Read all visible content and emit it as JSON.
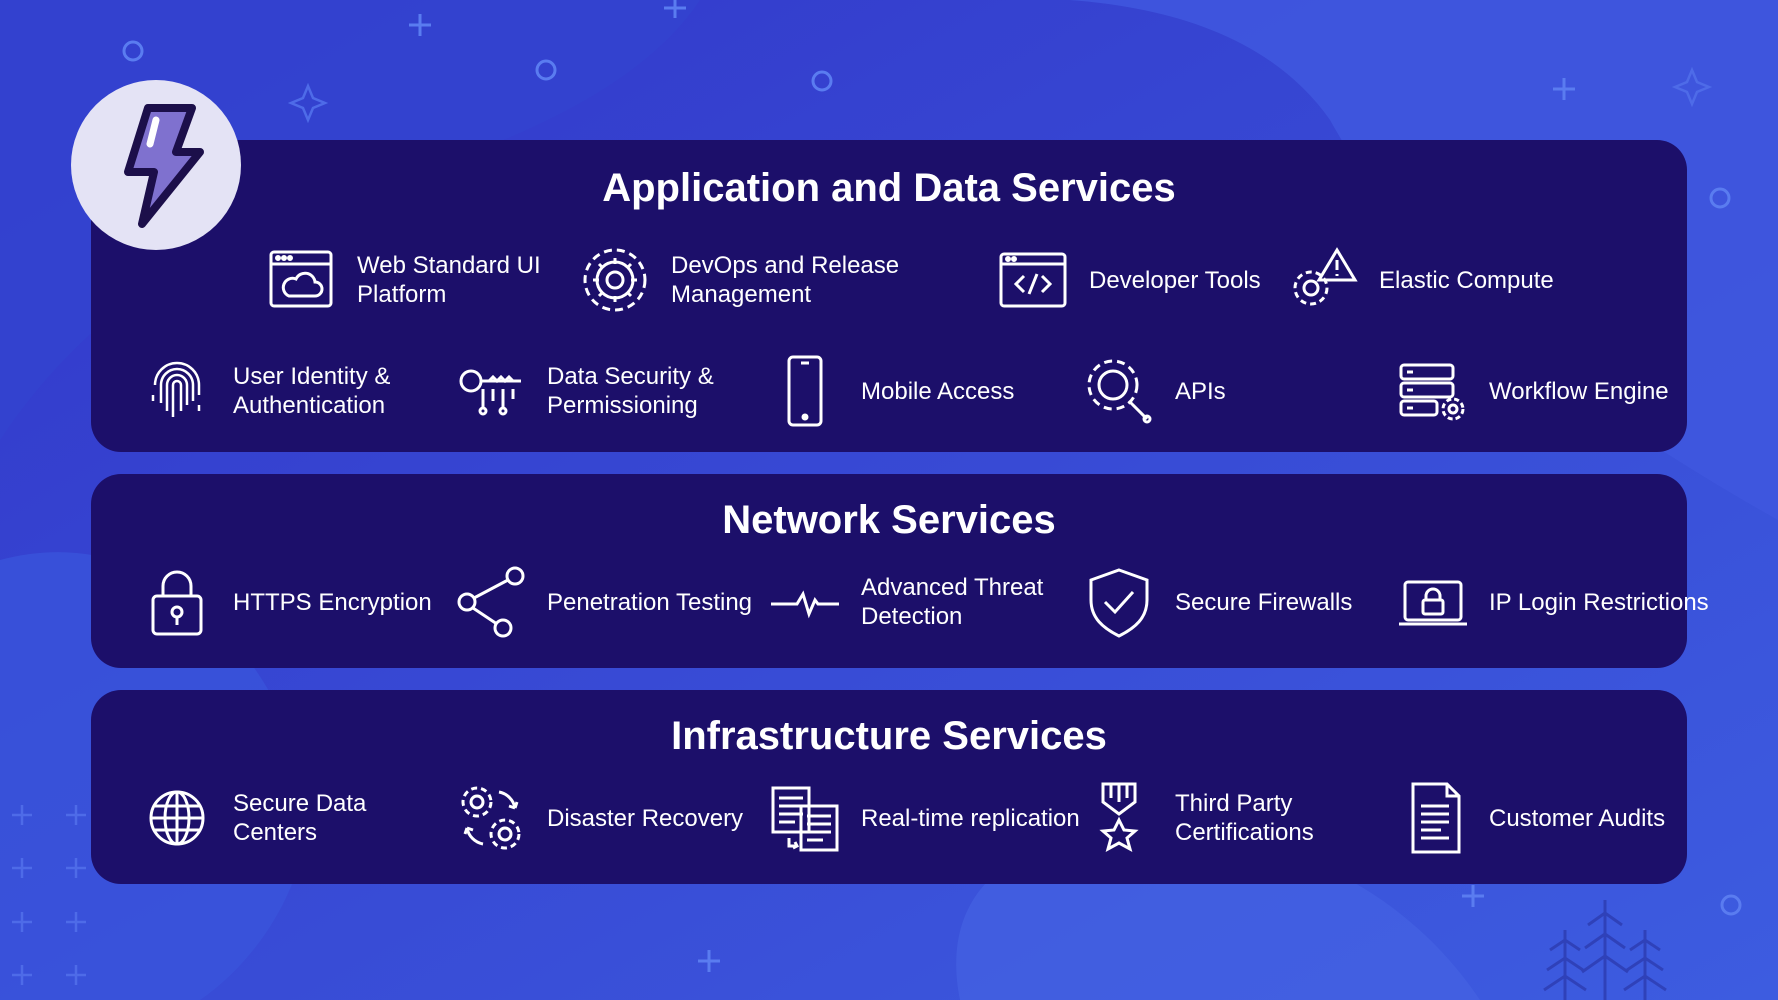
{
  "colors": {
    "background": "#3a4ed6",
    "panel": "#1c0f6a",
    "text": "#ffffff",
    "logo_bg": "#e4e3f5",
    "bolt": "#7f71cf"
  },
  "sections": [
    {
      "title": "Application and Data Services",
      "items": [
        {
          "icon": "cloud-window-icon",
          "label": "Web Standard UI Platform"
        },
        {
          "icon": "gear-circle-icon",
          "label": "DevOps and Release Management"
        },
        {
          "icon": "code-window-icon",
          "label": "Developer Tools"
        },
        {
          "icon": "gear-warning-icon",
          "label": "Elastic Compute"
        },
        {
          "icon": "fingerprint-icon",
          "label": "User Identity & Authentication"
        },
        {
          "icon": "key-icon",
          "label": "Data Security & Permissioning"
        },
        {
          "icon": "mobile-phone-icon",
          "label": "Mobile Access"
        },
        {
          "icon": "gear-search-icon",
          "label": "APIs"
        },
        {
          "icon": "server-gear-icon",
          "label": "Workflow Engine"
        }
      ]
    },
    {
      "title": "Network Services",
      "items": [
        {
          "icon": "padlock-icon",
          "label": "HTTPS Encryption"
        },
        {
          "icon": "share-nodes-icon",
          "label": "Penetration Testing"
        },
        {
          "icon": "pulse-line-icon",
          "label": "Advanced Threat Detection"
        },
        {
          "icon": "shield-check-icon",
          "label": "Secure Firewalls"
        },
        {
          "icon": "laptop-lock-icon",
          "label": "IP Login Restrictions"
        }
      ]
    },
    {
      "title": "Infrastructure Services",
      "items": [
        {
          "icon": "globe-icon",
          "label": "Secure Data Centers"
        },
        {
          "icon": "gears-cycle-icon",
          "label": "Disaster Recovery"
        },
        {
          "icon": "documents-sync-icon",
          "label": "Real-time replication"
        },
        {
          "icon": "badge-star-icon",
          "label": "Third Party Certifications"
        },
        {
          "icon": "document-list-icon",
          "label": "Customer Audits"
        }
      ]
    }
  ]
}
